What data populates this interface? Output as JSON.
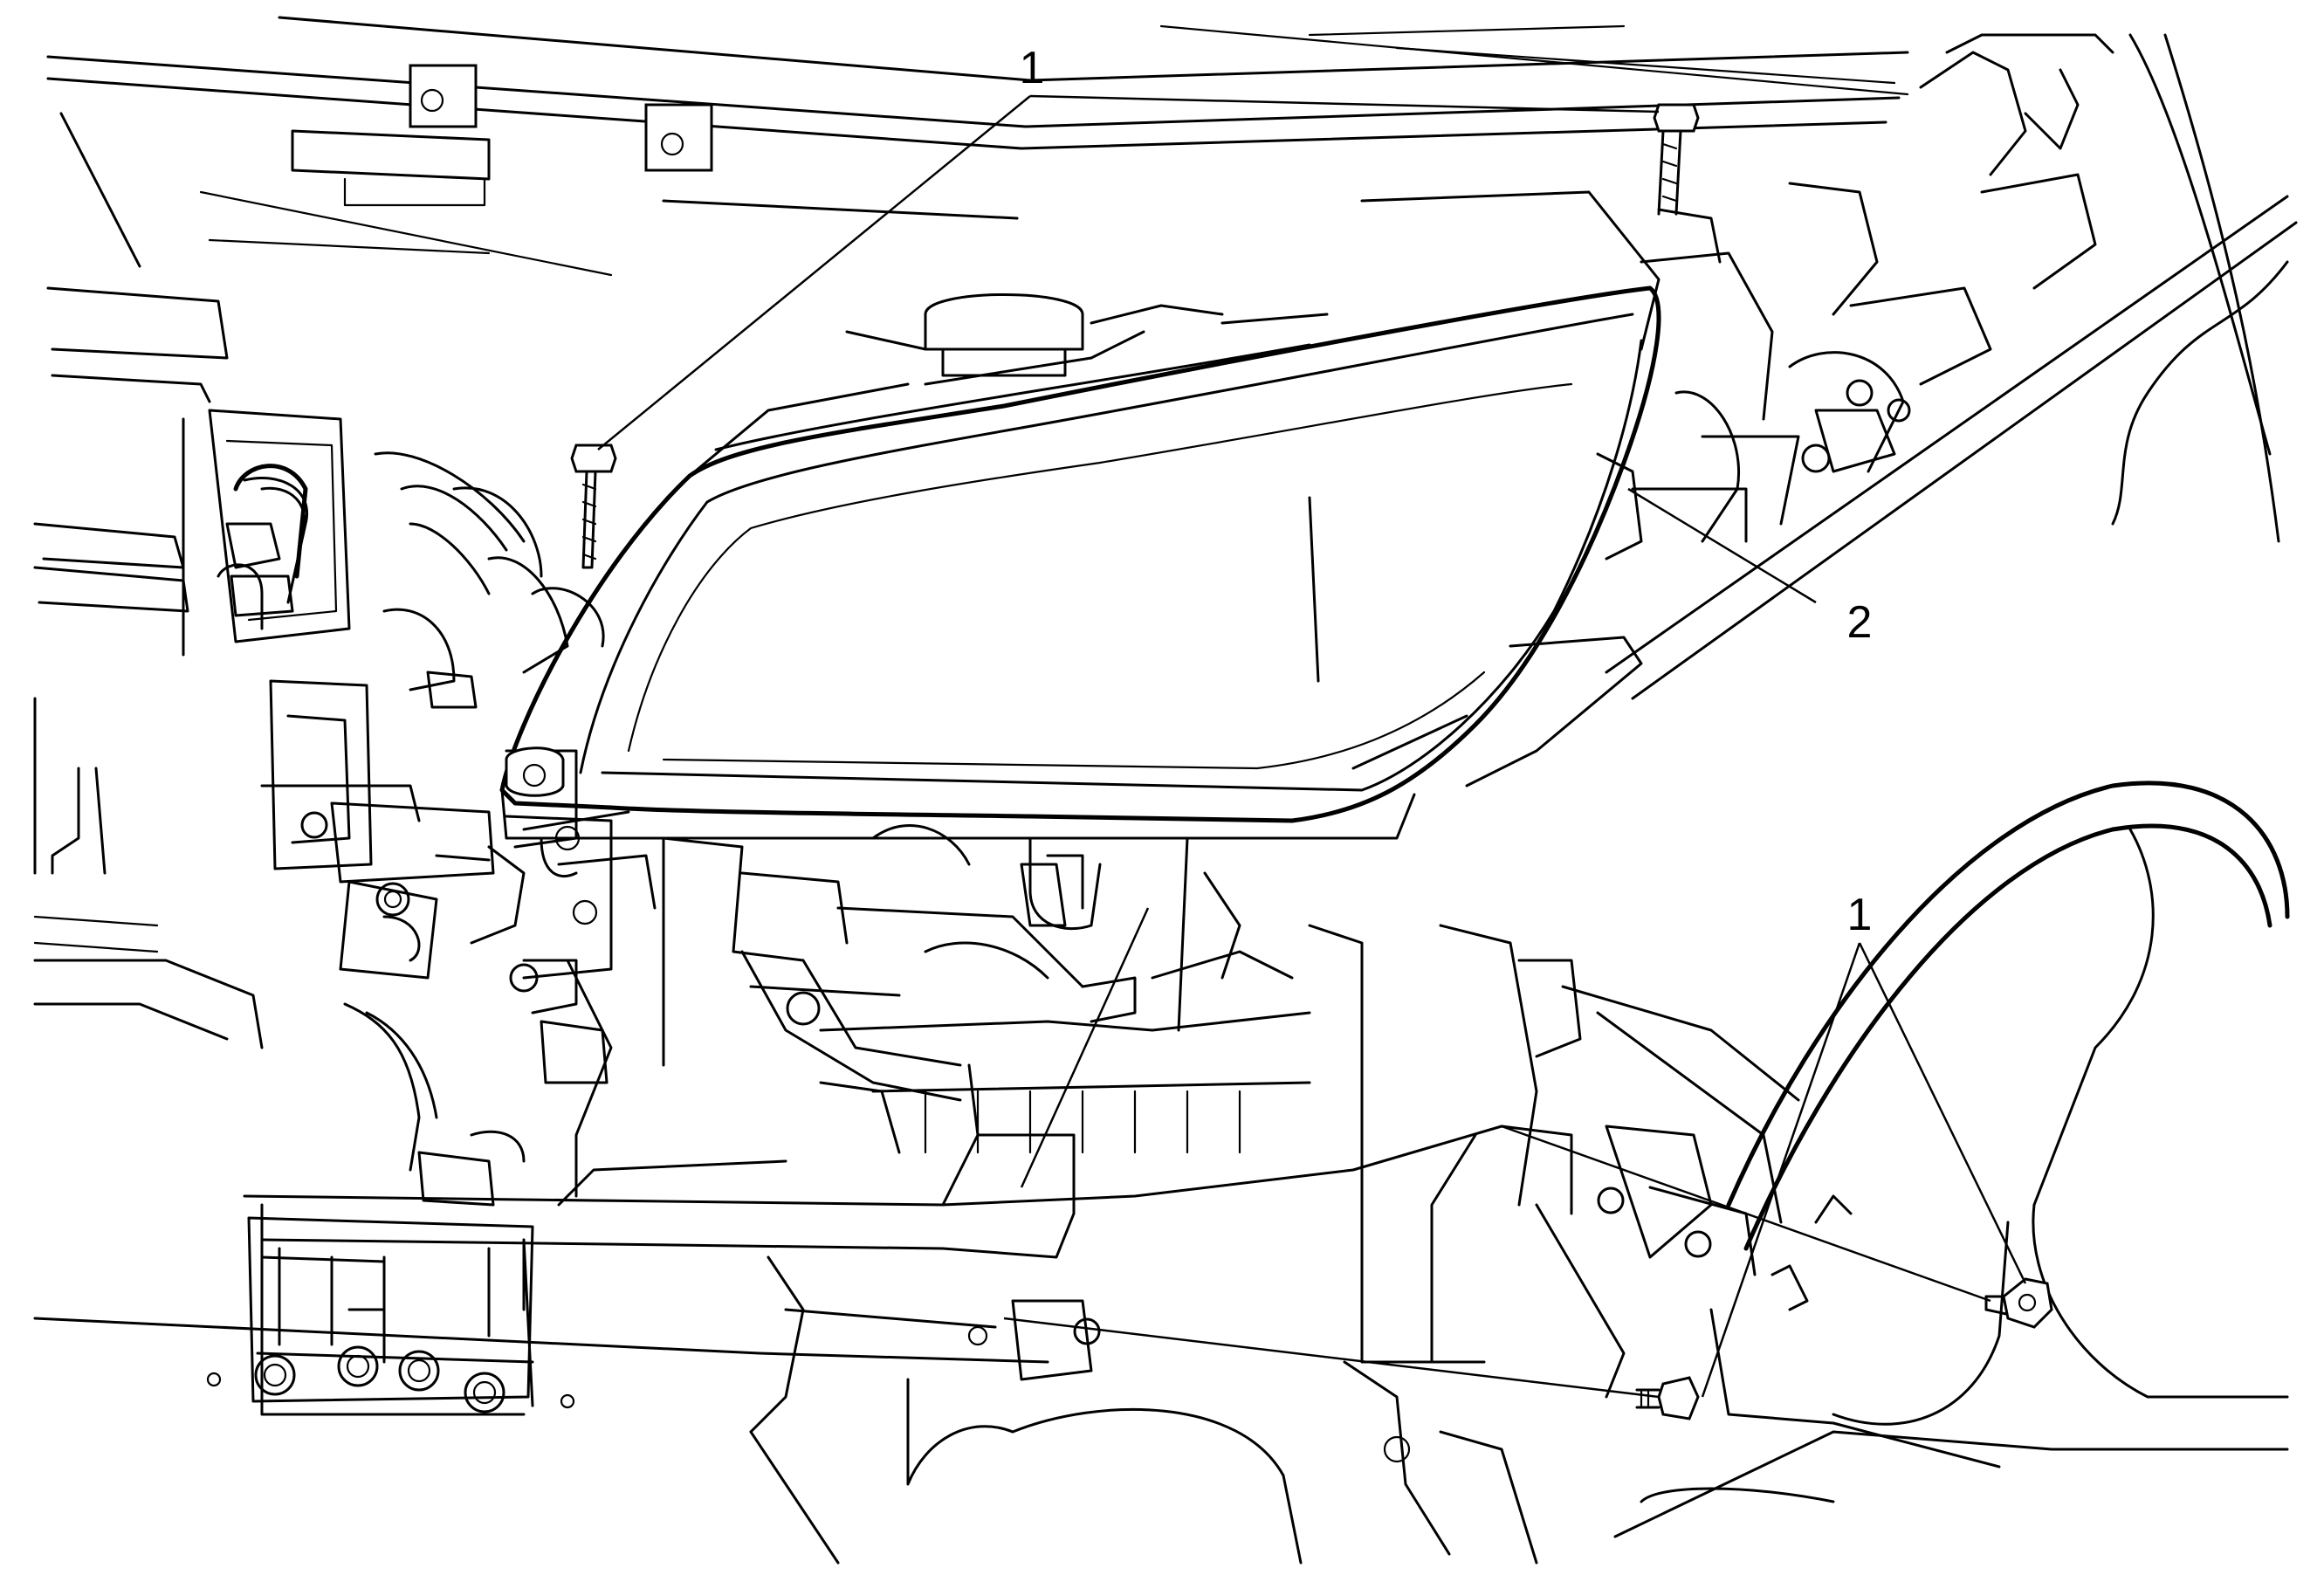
{
  "callouts": [
    {
      "id": "top",
      "text": "1"
    },
    {
      "id": "right",
      "text": "2"
    },
    {
      "id": "lower",
      "text": "1"
    }
  ]
}
